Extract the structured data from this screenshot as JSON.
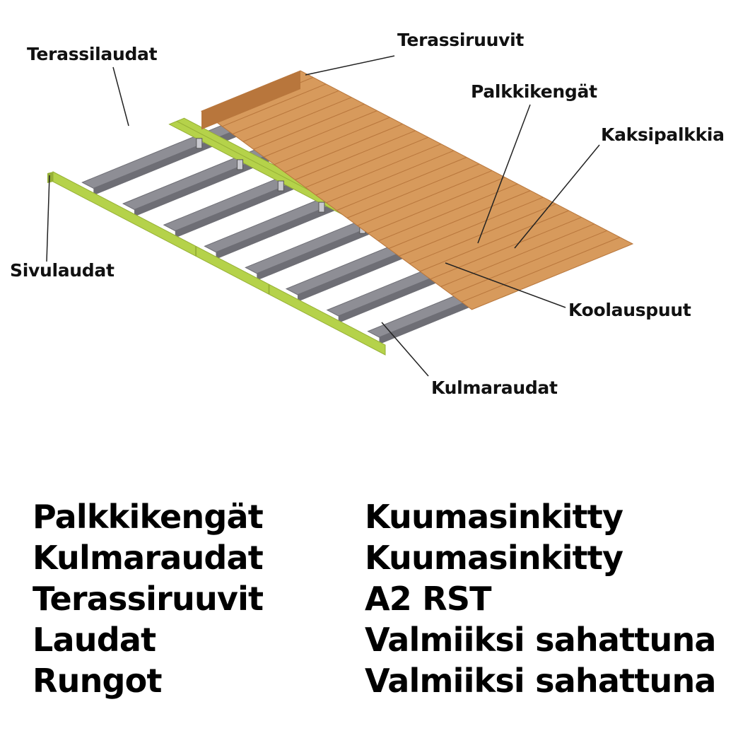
{
  "diagram": {
    "labels": {
      "decking_boards": "Terassilaudat",
      "deck_screws": "Terassiruuvit",
      "joist_hangers": "Palkkikengät",
      "double_beam": "Kaksipalkkia",
      "side_boards": "Sivulaudat",
      "joists": "Koolauspuut",
      "corner_boards": "Kulmaraudat"
    },
    "colors": {
      "decking": "#d79a5c",
      "decking_dark": "#b8763c",
      "frame": "#b5d24a",
      "frame_dark": "#96b036",
      "joist": "#8e8e95",
      "joist_dark": "#6e6e75",
      "hanger": "#c9c9cf",
      "leader_line": "#222222"
    }
  },
  "specs": [
    {
      "item": "Palkkikengät",
      "value": "Kuumasinkitty"
    },
    {
      "item": "Kulmaraudat",
      "value": "Kuumasinkitty"
    },
    {
      "item": "Terassiruuvit",
      "value": "A2 RST"
    },
    {
      "item": "Laudat",
      "value": "Valmiiksi sahattuna"
    },
    {
      "item": "Rungot",
      "value": "Valmiiksi sahattuna"
    }
  ]
}
